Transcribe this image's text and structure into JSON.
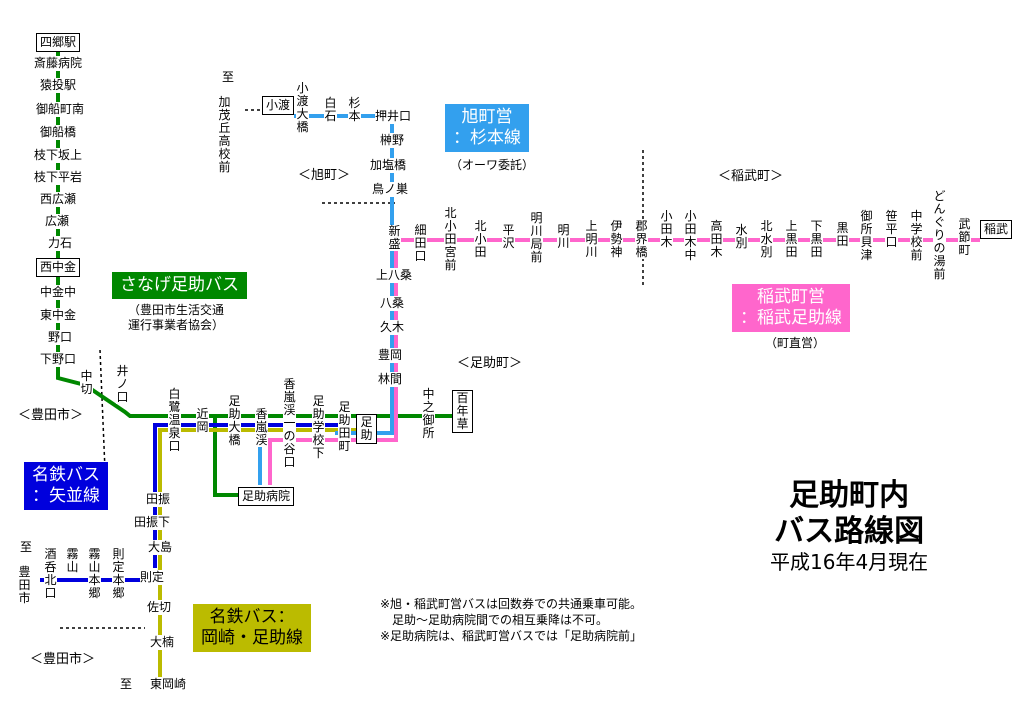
{
  "title": {
    "line1": "足助町内",
    "line2": "バス路線図",
    "date": "平成16年4月現在"
  },
  "colors": {
    "sanage": "#008800",
    "meitetsu_yanami": "#0000dd",
    "meitetsu_okazaki": "#bbbb00",
    "asahi": "#33a0ee",
    "inabu": "#ff66cc"
  },
  "operators": {
    "sanage": {
      "name": "さなげ足助バス",
      "note": "（豊田市生活交通\n運行事業者協会）"
    },
    "asahi": {
      "name": "旭町営\n：杉本線",
      "note": "（オーワ委託）"
    },
    "inabu": {
      "name": "稲武町営\n：稲武足助線",
      "note": "（町直営）"
    },
    "yanami": {
      "name": "名鉄バス\n：矢並線"
    },
    "okazaki": {
      "name": "名鉄バス：\n岡崎・足助線"
    }
  },
  "regions": {
    "toyota1": "＜豊田市＞",
    "toyota2": "＜豊田市＞",
    "asahi": "＜旭町＞",
    "inabu": "＜稲武町＞",
    "asuke": "＜足助町＞"
  },
  "stops": {
    "shigo": "四郷駅",
    "saito": "斎藤病院",
    "sarunage": "猿投駅",
    "mifune_minami": "御船町南",
    "mifunebashi": "御船橋",
    "edashita_sakaue": "枝下坂上",
    "edashita_hiraiwa": "枝下平岩",
    "nishi_hirose": "西広瀬",
    "hirose": "広瀬",
    "chikaraishi": "力石",
    "nishi_nakagane": "西中金",
    "nakagane_naka": "中金中",
    "higashi_nakagane": "東中金",
    "noguchi": "野口",
    "shimonoguchi": "下野口",
    "nakagiri": "中切",
    "inoguchi": "井ノ口",
    "shirasagi": "白鷺温泉口",
    "chikaoka": "近岡",
    "asuke_ohashi": "足助大橋",
    "korankei": "香嵐渓",
    "korankei_ichinotani": "香嵐渓一の谷口",
    "asuke_gakko": "足助学校下",
    "asuke_tamachi": "足助田町",
    "asuke": "足助",
    "nakanomidokoro": "中之御所",
    "hyakunengusa": "百年草",
    "asuke_byoin": "足助病院",
    "tafuri": "田振",
    "tafuri_shita": "田振下",
    "ojima": "大島",
    "norisada": "則定",
    "sagiri": "佐切",
    "okusu": "大楠",
    "higashi_okazaki": "東岡崎",
    "to_higashi_okazaki": "至",
    "to_toyota": "至",
    "toyota_shi": "豊田市",
    "sakagi_kita": "酒呑北口",
    "kiriyama": "霧山",
    "kiriyama_hongo": "霧山本郷",
    "norisada_hongo": "則定本郷",
    "kobara_watari": "小渡",
    "kowatari_ohashi": "小渡大橋",
    "shiraishi": "白石",
    "sugimoto": "杉本",
    "oshiiguchi": "押井口",
    "kuresono": "榊野",
    "kakitsubashi": "加塩橋",
    "toriiosu": "鳥ノ巣",
    "to_kamo": "至",
    "kamo_hs": "加茂丘高校前",
    "shinmori": "新盛",
    "kamiyakuwa": "上八桑",
    "yakuwa": "八桑",
    "kuki": "久木",
    "toyooka": "豊岡",
    "hayashima": "林間",
    "hosoda": "細田口",
    "kita_koda": "北小田宮前",
    "kitakoda": "北小田",
    "hirasawa": "平沢",
    "myogawa_kyoku": "明川局前",
    "myogawa": "明川",
    "kami_myogawa": "上明川",
    "ise": "伊勢神",
    "gunkai": "郡界橋",
    "odagi": "小田木",
    "odagi_naka": "小田木中",
    "takada": "高田木",
    "mizuwake": "水別",
    "kita_mizuwake": "北水別",
    "kami_kuroda": "上黒田",
    "shimo_kuroda": "下黒田",
    "kuroda": "黒田",
    "goshomeji": "御所貝津",
    "sasahira": "笹平口",
    "chugaku": "中学校前",
    "donguri": "どんぐりの湯前",
    "takeshimachi": "武節町",
    "inabu": "稲武"
  },
  "notes": "※旭・稲武町営バスは回数券での共通乗車可能。\n　足助～足助病院間での相互乗降は不可。\n※足助病院は、稲武町営バスでは「足助病院前」"
}
